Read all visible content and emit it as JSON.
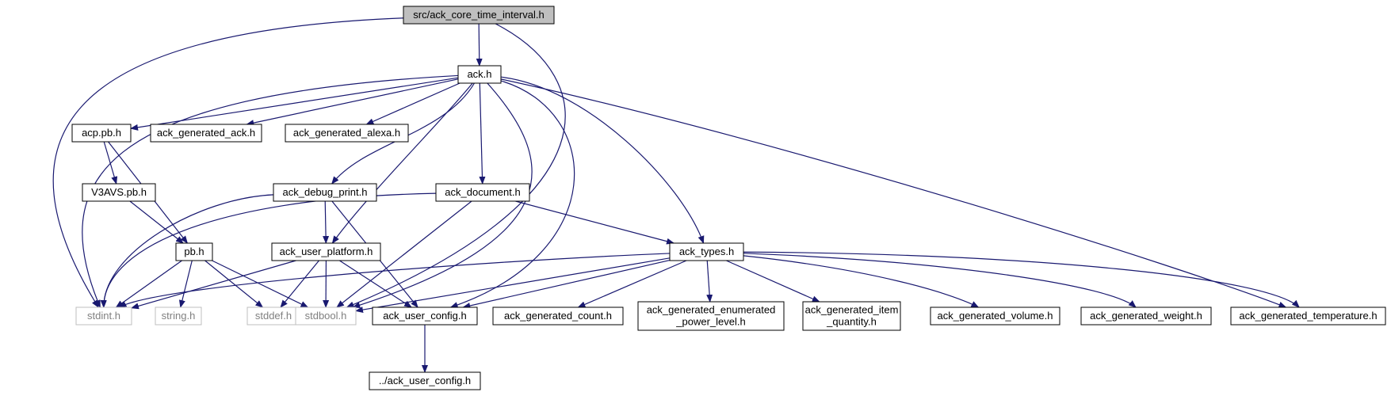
{
  "diagram": {
    "type": "include-dependency-graph",
    "colors": {
      "edge": "#191970",
      "node_border": "#000000",
      "external_border": "#bfbfbf",
      "external_text": "#808080",
      "root_fill": "#bfbfbf",
      "node_fill": "#ffffff"
    },
    "nodes": [
      {
        "id": "root",
        "lines": [
          "src/ack_core_time_interval.h"
        ],
        "kind": "root"
      },
      {
        "id": "ack",
        "lines": [
          "ack.h"
        ],
        "kind": "file"
      },
      {
        "id": "acp",
        "lines": [
          "acp.pb.h"
        ],
        "kind": "file"
      },
      {
        "id": "genack",
        "lines": [
          "ack_generated_ack.h"
        ],
        "kind": "file"
      },
      {
        "id": "genalexa",
        "lines": [
          "ack_generated_alexa.h"
        ],
        "kind": "file"
      },
      {
        "id": "v3avs",
        "lines": [
          "V3AVS.pb.h"
        ],
        "kind": "file"
      },
      {
        "id": "debug",
        "lines": [
          "ack_debug_print.h"
        ],
        "kind": "file"
      },
      {
        "id": "doc",
        "lines": [
          "ack_document.h"
        ],
        "kind": "file"
      },
      {
        "id": "pb",
        "lines": [
          "pb.h"
        ],
        "kind": "file"
      },
      {
        "id": "platform",
        "lines": [
          "ack_user_platform.h"
        ],
        "kind": "file"
      },
      {
        "id": "types",
        "lines": [
          "ack_types.h"
        ],
        "kind": "file"
      },
      {
        "id": "stdint",
        "lines": [
          "stdint.h"
        ],
        "kind": "external"
      },
      {
        "id": "string",
        "lines": [
          "string.h"
        ],
        "kind": "external"
      },
      {
        "id": "stddef",
        "lines": [
          "stddef.h"
        ],
        "kind": "external"
      },
      {
        "id": "stdbool",
        "lines": [
          "stdbool.h"
        ],
        "kind": "external"
      },
      {
        "id": "config",
        "lines": [
          "ack_user_config.h"
        ],
        "kind": "file"
      },
      {
        "id": "count",
        "lines": [
          "ack_generated_count.h"
        ],
        "kind": "file"
      },
      {
        "id": "enumpower",
        "lines": [
          "ack_generated_enumerated",
          "_power_level.h"
        ],
        "kind": "file"
      },
      {
        "id": "itemqty",
        "lines": [
          "ack_generated_item",
          "_quantity.h"
        ],
        "kind": "file"
      },
      {
        "id": "volume",
        "lines": [
          "ack_generated_volume.h"
        ],
        "kind": "file"
      },
      {
        "id": "weight",
        "lines": [
          "ack_generated_weight.h"
        ],
        "kind": "file"
      },
      {
        "id": "temp",
        "lines": [
          "ack_generated_temperature.h"
        ],
        "kind": "file"
      },
      {
        "id": "cfgparent",
        "lines": [
          "../ack_user_config.h"
        ],
        "kind": "file"
      }
    ],
    "edges": [
      [
        "root",
        "ack"
      ],
      [
        "root",
        "stdint"
      ],
      [
        "root",
        "stdbool"
      ],
      [
        "ack",
        "acp"
      ],
      [
        "ack",
        "genack"
      ],
      [
        "ack",
        "genalexa"
      ],
      [
        "ack",
        "debug"
      ],
      [
        "ack",
        "doc"
      ],
      [
        "ack",
        "platform"
      ],
      [
        "ack",
        "types"
      ],
      [
        "ack",
        "stdint"
      ],
      [
        "ack",
        "stdbool"
      ],
      [
        "ack",
        "config"
      ],
      [
        "ack",
        "temp"
      ],
      [
        "acp",
        "v3avs"
      ],
      [
        "acp",
        "pb"
      ],
      [
        "v3avs",
        "pb"
      ],
      [
        "debug",
        "stdint"
      ],
      [
        "debug",
        "platform"
      ],
      [
        "debug",
        "config"
      ],
      [
        "doc",
        "stdint"
      ],
      [
        "doc",
        "stdbool"
      ],
      [
        "doc",
        "types"
      ],
      [
        "pb",
        "stdint"
      ],
      [
        "pb",
        "string"
      ],
      [
        "pb",
        "stddef"
      ],
      [
        "pb",
        "stdbool"
      ],
      [
        "platform",
        "stdint"
      ],
      [
        "platform",
        "stddef"
      ],
      [
        "platform",
        "stdbool"
      ],
      [
        "platform",
        "config"
      ],
      [
        "types",
        "stdint"
      ],
      [
        "types",
        "stdbool"
      ],
      [
        "types",
        "config"
      ],
      [
        "types",
        "count"
      ],
      [
        "types",
        "enumpower"
      ],
      [
        "types",
        "itemqty"
      ],
      [
        "types",
        "volume"
      ],
      [
        "types",
        "weight"
      ],
      [
        "types",
        "temp"
      ],
      [
        "config",
        "cfgparent"
      ]
    ]
  }
}
